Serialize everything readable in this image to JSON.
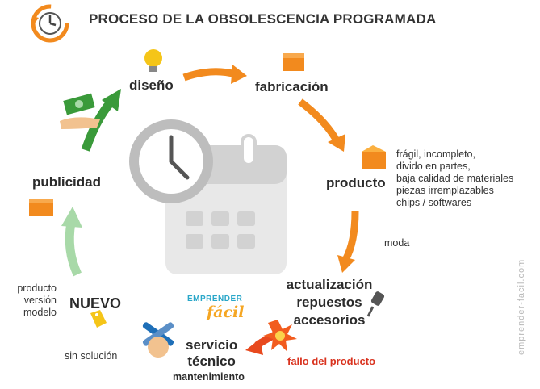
{
  "title": "PROCESO DE LA OBSOLESCENCIA PROGRAMADA",
  "nodes": {
    "diseno": "diseño",
    "fabricacion": "fabricación",
    "producto": "producto",
    "actualizacion": [
      "actualización",
      "repuestos",
      "accesorios"
    ],
    "servicio": [
      "servicio",
      "técnico"
    ],
    "mantenimiento": "mantenimiento",
    "nuevo": "NUEVO",
    "publicidad": "publicidad"
  },
  "producto_details": [
    "frágil, incompleto,",
    "divido en partes,",
    "baja calidad de materiales",
    "piezas irremplazables",
    "chips / softwares"
  ],
  "labels": {
    "moda": "moda",
    "fallo": "fallo del producto",
    "sin_solucion": "sin solución",
    "nuevo_side": [
      "producto",
      "versión",
      "modelo"
    ]
  },
  "logo": {
    "line1": "EMPRENDER",
    "line2": "fácil"
  },
  "watermark": "emprender-facil.com",
  "colors": {
    "orange": "#f28a1e",
    "green_dark": "#3a9a3a",
    "green_light": "#a8d9a8",
    "red": "#d9331f",
    "gray": "#d4d4d4"
  },
  "icons": [
    "clock-title-icon",
    "lightbulb-icon",
    "box-icon",
    "money-hand-icon",
    "plug-icon",
    "tools-icon",
    "explosion-icon",
    "price-tag-icon",
    "clock-calendar-icon"
  ]
}
